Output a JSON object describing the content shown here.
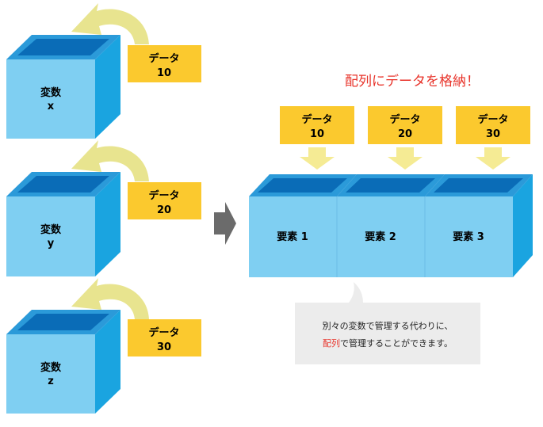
{
  "variables": [
    {
      "name_line1": "変数",
      "name_line2": "x",
      "data_label": "データ",
      "data_value": "10"
    },
    {
      "name_line1": "変数",
      "name_line2": "y",
      "data_label": "データ",
      "data_value": "20"
    },
    {
      "name_line1": "変数",
      "name_line2": "z",
      "data_label": "データ",
      "data_value": "30"
    }
  ],
  "array": {
    "title": "配列にデータを格納！",
    "inputs": [
      {
        "label": "データ",
        "value": "10"
      },
      {
        "label": "データ",
        "value": "20"
      },
      {
        "label": "データ",
        "value": "30"
      }
    ],
    "elements": [
      "要素 1",
      "要素 2",
      "要素 3"
    ]
  },
  "note": {
    "line1": "別々の変数で管理する代わりに、",
    "line2_highlight": "配列",
    "line2_rest": "で管理することができます。"
  },
  "colors": {
    "cube_front": "#7fcff2",
    "cube_side": "#1aa4e0",
    "cube_top_rim": "#2b9ad9",
    "cube_top_inner": "#0a6cb7",
    "label_fill": "#fbc92e",
    "down_arrow": "#f5eb94",
    "curved_arrow": "#e8e48f",
    "title_red": "#e8332a",
    "note_bg": "#ececec",
    "big_arrow": "#6b6b6b"
  }
}
